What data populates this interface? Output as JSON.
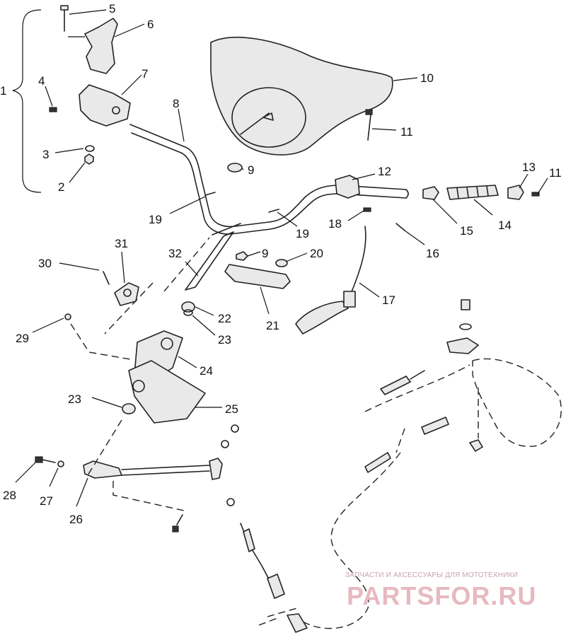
{
  "callouts": [
    "1",
    "2",
    "3",
    "4",
    "5",
    "6",
    "7",
    "8",
    "9",
    "10",
    "11",
    "12",
    "13",
    "14",
    "15",
    "16",
    "17",
    "18",
    "19",
    "20",
    "21",
    "22",
    "23",
    "24",
    "25",
    "26",
    "27",
    "28",
    "29",
    "30",
    "31",
    "32"
  ],
  "duplicates": {
    "9b": "9",
    "11b": "11",
    "19b": "19",
    "23b": "23"
  },
  "watermark": {
    "tagline": "ЗАПЧАСТИ И АКСЕССУАРЫ ДЛЯ МОТОТЕХНИКИ",
    "logo": "PARTSFOR.RU"
  }
}
